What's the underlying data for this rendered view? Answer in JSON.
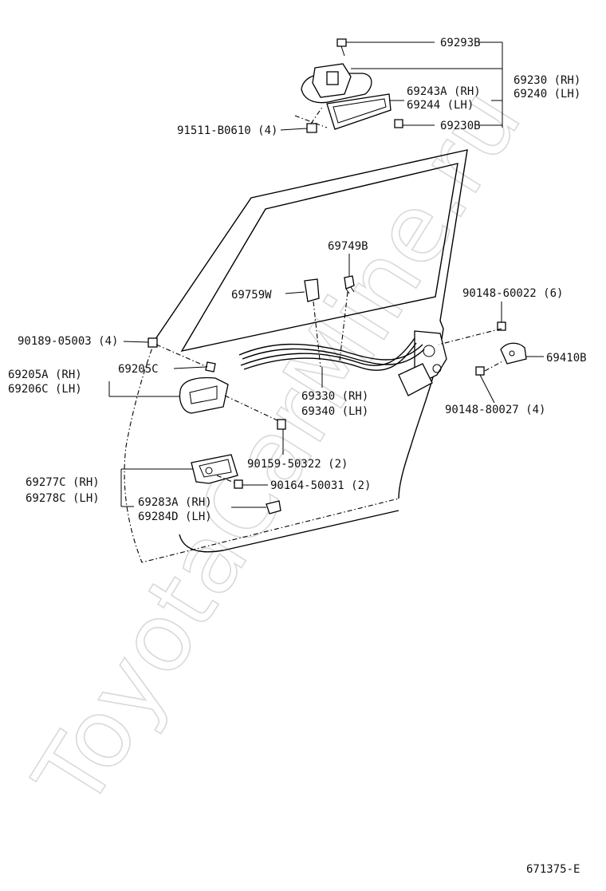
{
  "watermark": "ToyotaCarMine.ru",
  "diagram_code": "671375-E",
  "labels": {
    "p69293B": "69293B",
    "p69230RH": "69230 (RH)",
    "p69240LH": "69240 (LH)",
    "p69243A": "69243A (RH)",
    "p69244": "69244  (LH)",
    "p91511": "91511-B0610 (4)",
    "p69230B": "69230B",
    "p69749B": "69749B",
    "p69759W": "69759W",
    "p90148_60022": "90148-60022 (6)",
    "p90189": "90189-05003 (4)",
    "p69410B": "69410B",
    "p69205A": "69205A (RH)",
    "p69206C": "69206C (LH)",
    "p69205C": "69205C",
    "p69330": "69330 (RH)",
    "p69340": "69340 (LH)",
    "p90148_80027": "90148-80027 (4)",
    "p90159": "90159-50322 (2)",
    "p69277C": "69277C (RH)",
    "p69278C": "69278C (LH)",
    "p90164": "90164-50031 (2)",
    "p69283A": "69283A (RH)",
    "p69284D": "69284D (LH)"
  }
}
